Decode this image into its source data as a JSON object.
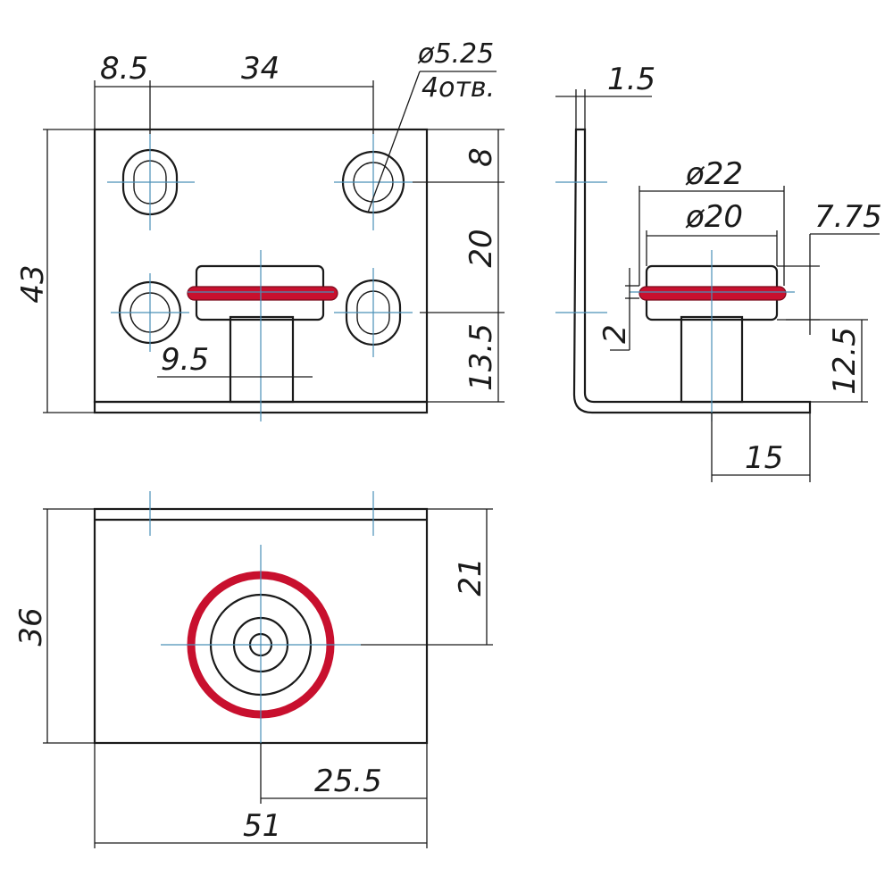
{
  "front_view": {
    "dim_left_offset": "8.5",
    "dim_hole_spacing": "34",
    "dim_hole_diameter": "ø5.25",
    "dim_hole_count": "4отв.",
    "dim_height": "43",
    "dim_top_offset": "8",
    "dim_row_spacing": "20",
    "dim_bottom_offset": "13.5",
    "dim_post_half": "9.5"
  },
  "side_view": {
    "dim_thickness": "1.5",
    "dim_outer_diameter": "ø22",
    "dim_inner_diameter": "ø20",
    "dim_ring_height": "7.75",
    "dim_groove": "2",
    "dim_axis_height": "12.5",
    "dim_axis_offset": "15"
  },
  "top_view": {
    "dim_depth": "36",
    "dim_center_depth": "21",
    "dim_center_offset": "25.5",
    "dim_width": "51"
  },
  "colors": {
    "outline": "#1a1a1a",
    "centerline": "#4a90b8",
    "o_ring": "#c8102e"
  }
}
